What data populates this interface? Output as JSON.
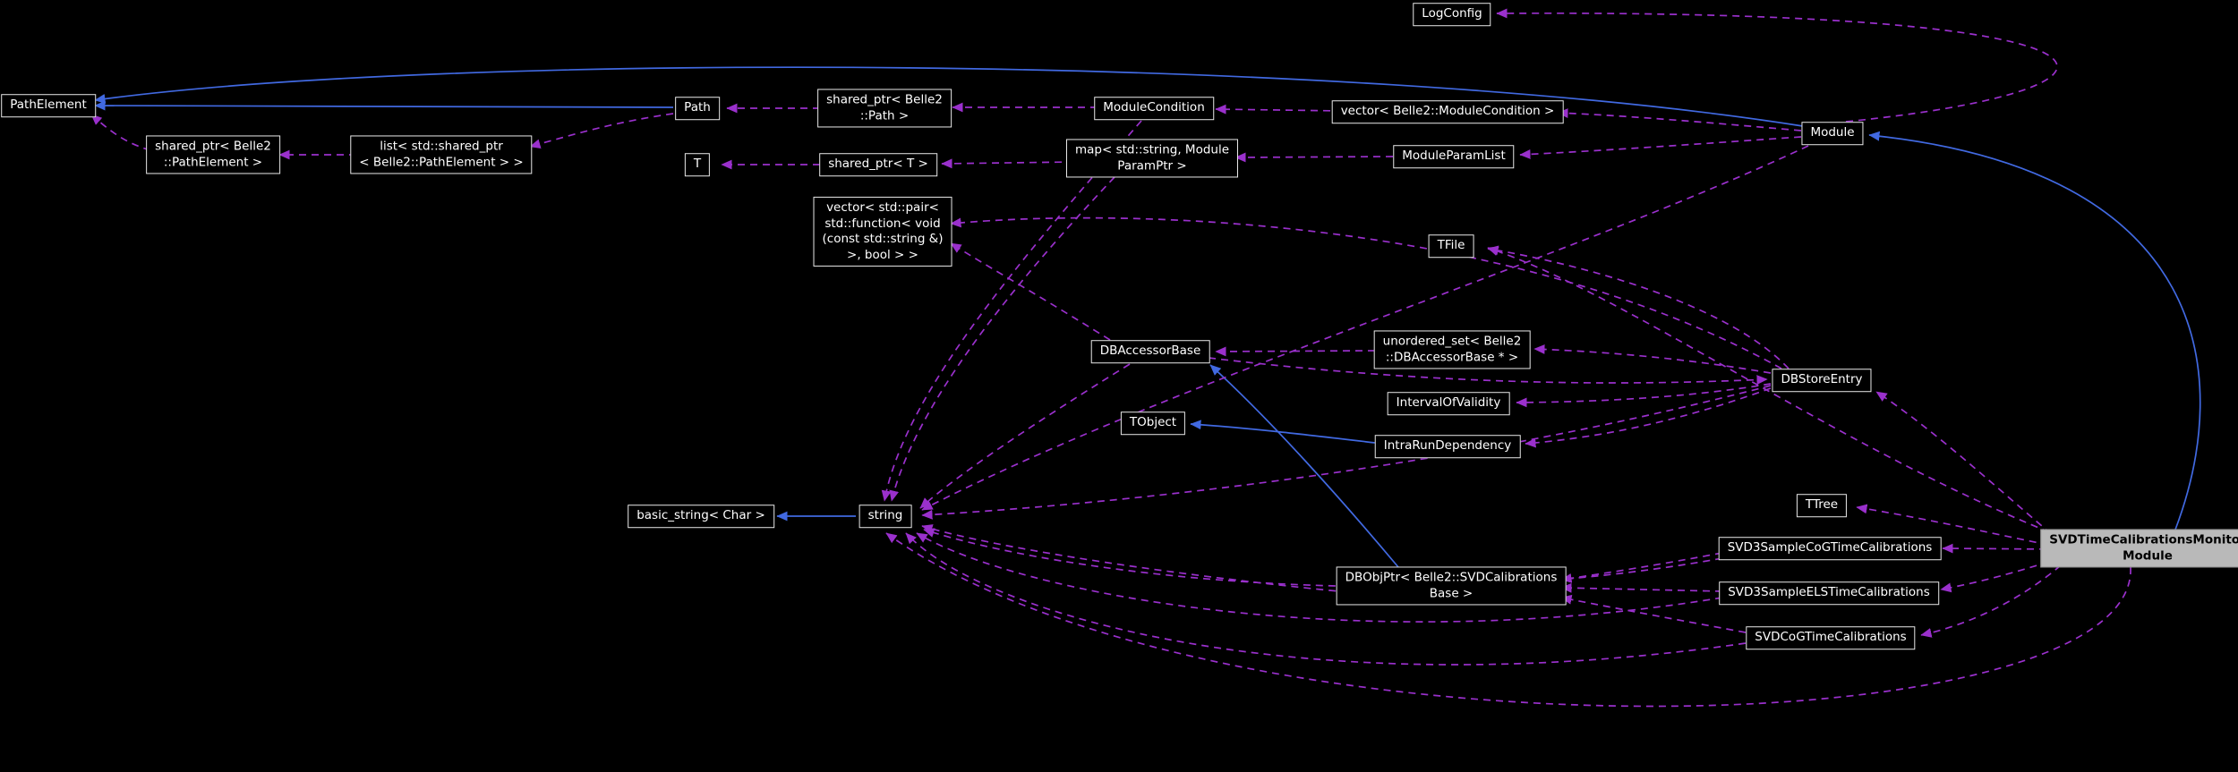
{
  "diagram": {
    "type": "doxygen-collaboration-graph",
    "selected_node": "SVDTimeCalibrationsMonitorModule",
    "colors": {
      "background": "#000000",
      "node_border": "#e9e9e9",
      "node_text": "#ffffff",
      "selected_node_fill": "#b9b9b9",
      "inheritance_edge": "#4169e1",
      "usage_edge": "#9a30cc"
    }
  },
  "nodes": {
    "pathelement": {
      "label": "PathElement"
    },
    "shared_ptr_pathelement": {
      "label": "shared_ptr< Belle2\n::PathElement >"
    },
    "list_shared_ptr_pathelement": {
      "label": "list< std::shared_ptr\n< Belle2::PathElement > >"
    },
    "path": {
      "label": "Path"
    },
    "shared_ptr_path": {
      "label": "shared_ptr< Belle2\n::Path >"
    },
    "modulecondition": {
      "label": "ModuleCondition"
    },
    "vector_modulecondition": {
      "label": "vector< Belle2::ModuleCondition >"
    },
    "module": {
      "label": "Module"
    },
    "logconfig": {
      "label": "LogConfig"
    },
    "t": {
      "label": "T"
    },
    "shared_ptr_t": {
      "label": "shared_ptr< T >"
    },
    "map_string_moduleparamptr": {
      "label": "map< std::string, Module\nParamPtr >"
    },
    "moduleparamlist": {
      "label": "ModuleParamList"
    },
    "vector_pair_function": {
      "label": "vector< std::pair<\nstd::function< void\n(const std::string &)\n>, bool > >"
    },
    "tfile": {
      "label": "TFile"
    },
    "dbaccessorbase": {
      "label": "DBAccessorBase"
    },
    "unordered_set_dbaccessorbase": {
      "label": "unordered_set< Belle2\n::DBAccessorBase * >"
    },
    "dbstoreentry": {
      "label": "DBStoreEntry"
    },
    "intervalofvalidity": {
      "label": "IntervalOfValidity"
    },
    "tobject": {
      "label": "TObject"
    },
    "intrarundependency": {
      "label": "IntraRunDependency"
    },
    "ttree": {
      "label": "TTree"
    },
    "basic_string_char": {
      "label": "basic_string< Char >"
    },
    "string": {
      "label": "string"
    },
    "svd3samplecogtimecalibrations": {
      "label": "SVD3SampleCoGTimeCalibrations"
    },
    "svdtimecalibrationsmonitormodule": {
      "label": "SVDTimeCalibrationsMonitor\nModule"
    },
    "dbobjptr_svdcalibrationsbase": {
      "label": "DBObjPtr< Belle2::SVDCalibrations\nBase >"
    },
    "svd3sampleelstimecalibrations": {
      "label": "SVD3SampleELSTimeCalibrations"
    },
    "svdcogtimecalibrations": {
      "label": "SVDCoGTimeCalibrations"
    }
  },
  "edges": [
    {
      "from": "path",
      "to": "pathelement",
      "type": "inheritance"
    },
    {
      "from": "module",
      "to": "pathelement",
      "type": "inheritance"
    },
    {
      "from": "string",
      "to": "basic_string_char",
      "type": "inheritance"
    },
    {
      "from": "dbobjptr_svdcalibrationsbase",
      "to": "dbaccessorbase",
      "type": "inheritance"
    },
    {
      "from": "intrarundependency",
      "to": "tobject",
      "type": "inheritance"
    },
    {
      "from": "svdtimecalibrationsmonitormodule",
      "to": "module",
      "type": "inheritance"
    },
    {
      "from": "shared_ptr_pathelement",
      "to": "pathelement",
      "type": "usage"
    },
    {
      "from": "list_shared_ptr_pathelement",
      "to": "shared_ptr_pathelement",
      "type": "usage"
    },
    {
      "from": "path",
      "to": "list_shared_ptr_pathelement",
      "type": "usage"
    },
    {
      "from": "shared_ptr_path",
      "to": "path",
      "type": "usage"
    },
    {
      "from": "modulecondition",
      "to": "shared_ptr_path",
      "type": "usage"
    },
    {
      "from": "vector_modulecondition",
      "to": "modulecondition",
      "type": "usage"
    },
    {
      "from": "module",
      "to": "vector_modulecondition",
      "type": "usage"
    },
    {
      "from": "shared_ptr_t",
      "to": "t",
      "type": "usage"
    },
    {
      "from": "map_string_moduleparamptr",
      "to": "shared_ptr_t",
      "type": "usage"
    },
    {
      "from": "moduleparamlist",
      "to": "map_string_moduleparamptr",
      "type": "usage"
    },
    {
      "from": "module",
      "to": "moduleparamlist",
      "type": "usage"
    },
    {
      "from": "module",
      "to": "logconfig",
      "type": "usage"
    },
    {
      "from": "module",
      "to": "string",
      "type": "usage"
    },
    {
      "from": "modulecondition",
      "to": "string",
      "type": "usage"
    },
    {
      "from": "map_string_moduleparamptr",
      "to": "string",
      "type": "usage"
    },
    {
      "from": "unordered_set_dbaccessorbase",
      "to": "dbaccessorbase",
      "type": "usage"
    },
    {
      "from": "dbaccessorbase",
      "to": "dbstoreentry",
      "type": "usage"
    },
    {
      "from": "dbaccessorbase",
      "to": "vector_pair_function",
      "type": "usage"
    },
    {
      "from": "dbaccessorbase",
      "to": "string",
      "type": "usage"
    },
    {
      "from": "dbstoreentry",
      "to": "vector_pair_function",
      "type": "usage"
    },
    {
      "from": "dbstoreentry",
      "to": "unordered_set_dbaccessorbase",
      "type": "usage"
    },
    {
      "from": "dbstoreentry",
      "to": "intervalofvalidity",
      "type": "usage"
    },
    {
      "from": "dbstoreentry",
      "to": "intrarundependency",
      "type": "usage"
    },
    {
      "from": "dbstoreentry",
      "to": "tfile",
      "type": "usage"
    },
    {
      "from": "dbstoreentry",
      "to": "string",
      "type": "usage"
    },
    {
      "from": "dbobjptr_svdcalibrationsbase",
      "to": "string",
      "type": "usage"
    },
    {
      "from": "svd3samplecogtimecalibrations",
      "to": "dbobjptr_svdcalibrationsbase",
      "type": "usage"
    },
    {
      "from": "svd3sampleelstimecalibrations",
      "to": "dbobjptr_svdcalibrationsbase",
      "type": "usage"
    },
    {
      "from": "svdcogtimecalibrations",
      "to": "dbobjptr_svdcalibrationsbase",
      "type": "usage"
    },
    {
      "from": "svd3samplecogtimecalibrations",
      "to": "string",
      "type": "usage"
    },
    {
      "from": "svd3sampleelstimecalibrations",
      "to": "string",
      "type": "usage"
    },
    {
      "from": "svdcogtimecalibrations",
      "to": "string",
      "type": "usage"
    },
    {
      "from": "svdtimecalibrationsmonitormodule",
      "to": "tfile",
      "type": "usage"
    },
    {
      "from": "svdtimecalibrationsmonitormodule",
      "to": "dbstoreentry",
      "type": "usage"
    },
    {
      "from": "svdtimecalibrationsmonitormodule",
      "to": "ttree",
      "type": "usage"
    },
    {
      "from": "svdtimecalibrationsmonitormodule",
      "to": "svd3samplecogtimecalibrations",
      "type": "usage"
    },
    {
      "from": "svdtimecalibrationsmonitormodule",
      "to": "svd3sampleelstimecalibrations",
      "type": "usage"
    },
    {
      "from": "svdtimecalibrationsmonitormodule",
      "to": "svdcogtimecalibrations",
      "type": "usage"
    },
    {
      "from": "svdtimecalibrationsmonitormodule",
      "to": "string",
      "type": "usage"
    }
  ]
}
